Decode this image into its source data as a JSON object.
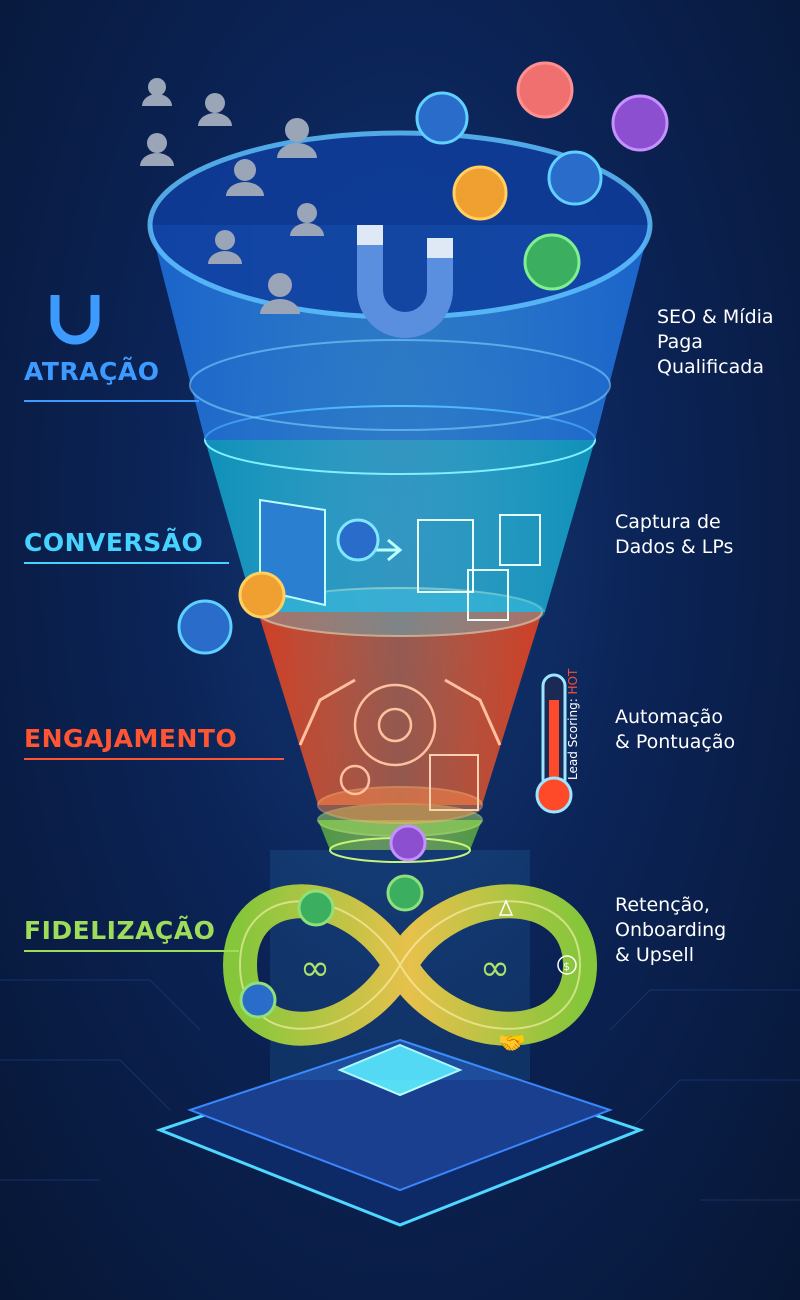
{
  "stages": [
    {
      "label": "ATRAÇÃO",
      "description": [
        "SEO & Mídia",
        "Paga",
        "Qualificada"
      ],
      "color": "#3d9bff"
    },
    {
      "label": "CONVERSÃO",
      "description": [
        "Captura de",
        "Dados & LPs"
      ],
      "color": "#46d3ff"
    },
    {
      "label": "ENGAJAMENTO",
      "description": [
        "Automação",
        "& Pontuação"
      ],
      "color": "#ff5533"
    },
    {
      "label": "FIDELIZAÇÃO",
      "description": [
        "Retenção,",
        "Onboarding",
        "& Upsell"
      ],
      "color": "#9fdc5a"
    }
  ],
  "thermometer": {
    "prefix": "Lead Scoring: ",
    "value": "HOT"
  },
  "icons": [
    "magnet-icon",
    "user-icon",
    "avatar-icon",
    "door-icon",
    "form-icon",
    "book-icon",
    "gear-icon",
    "robot-arm-icon",
    "thermometer-icon",
    "infinity-icon",
    "handshake-icon",
    "money-hand-icon",
    "rocket-icon",
    "chip-platform-icon"
  ]
}
